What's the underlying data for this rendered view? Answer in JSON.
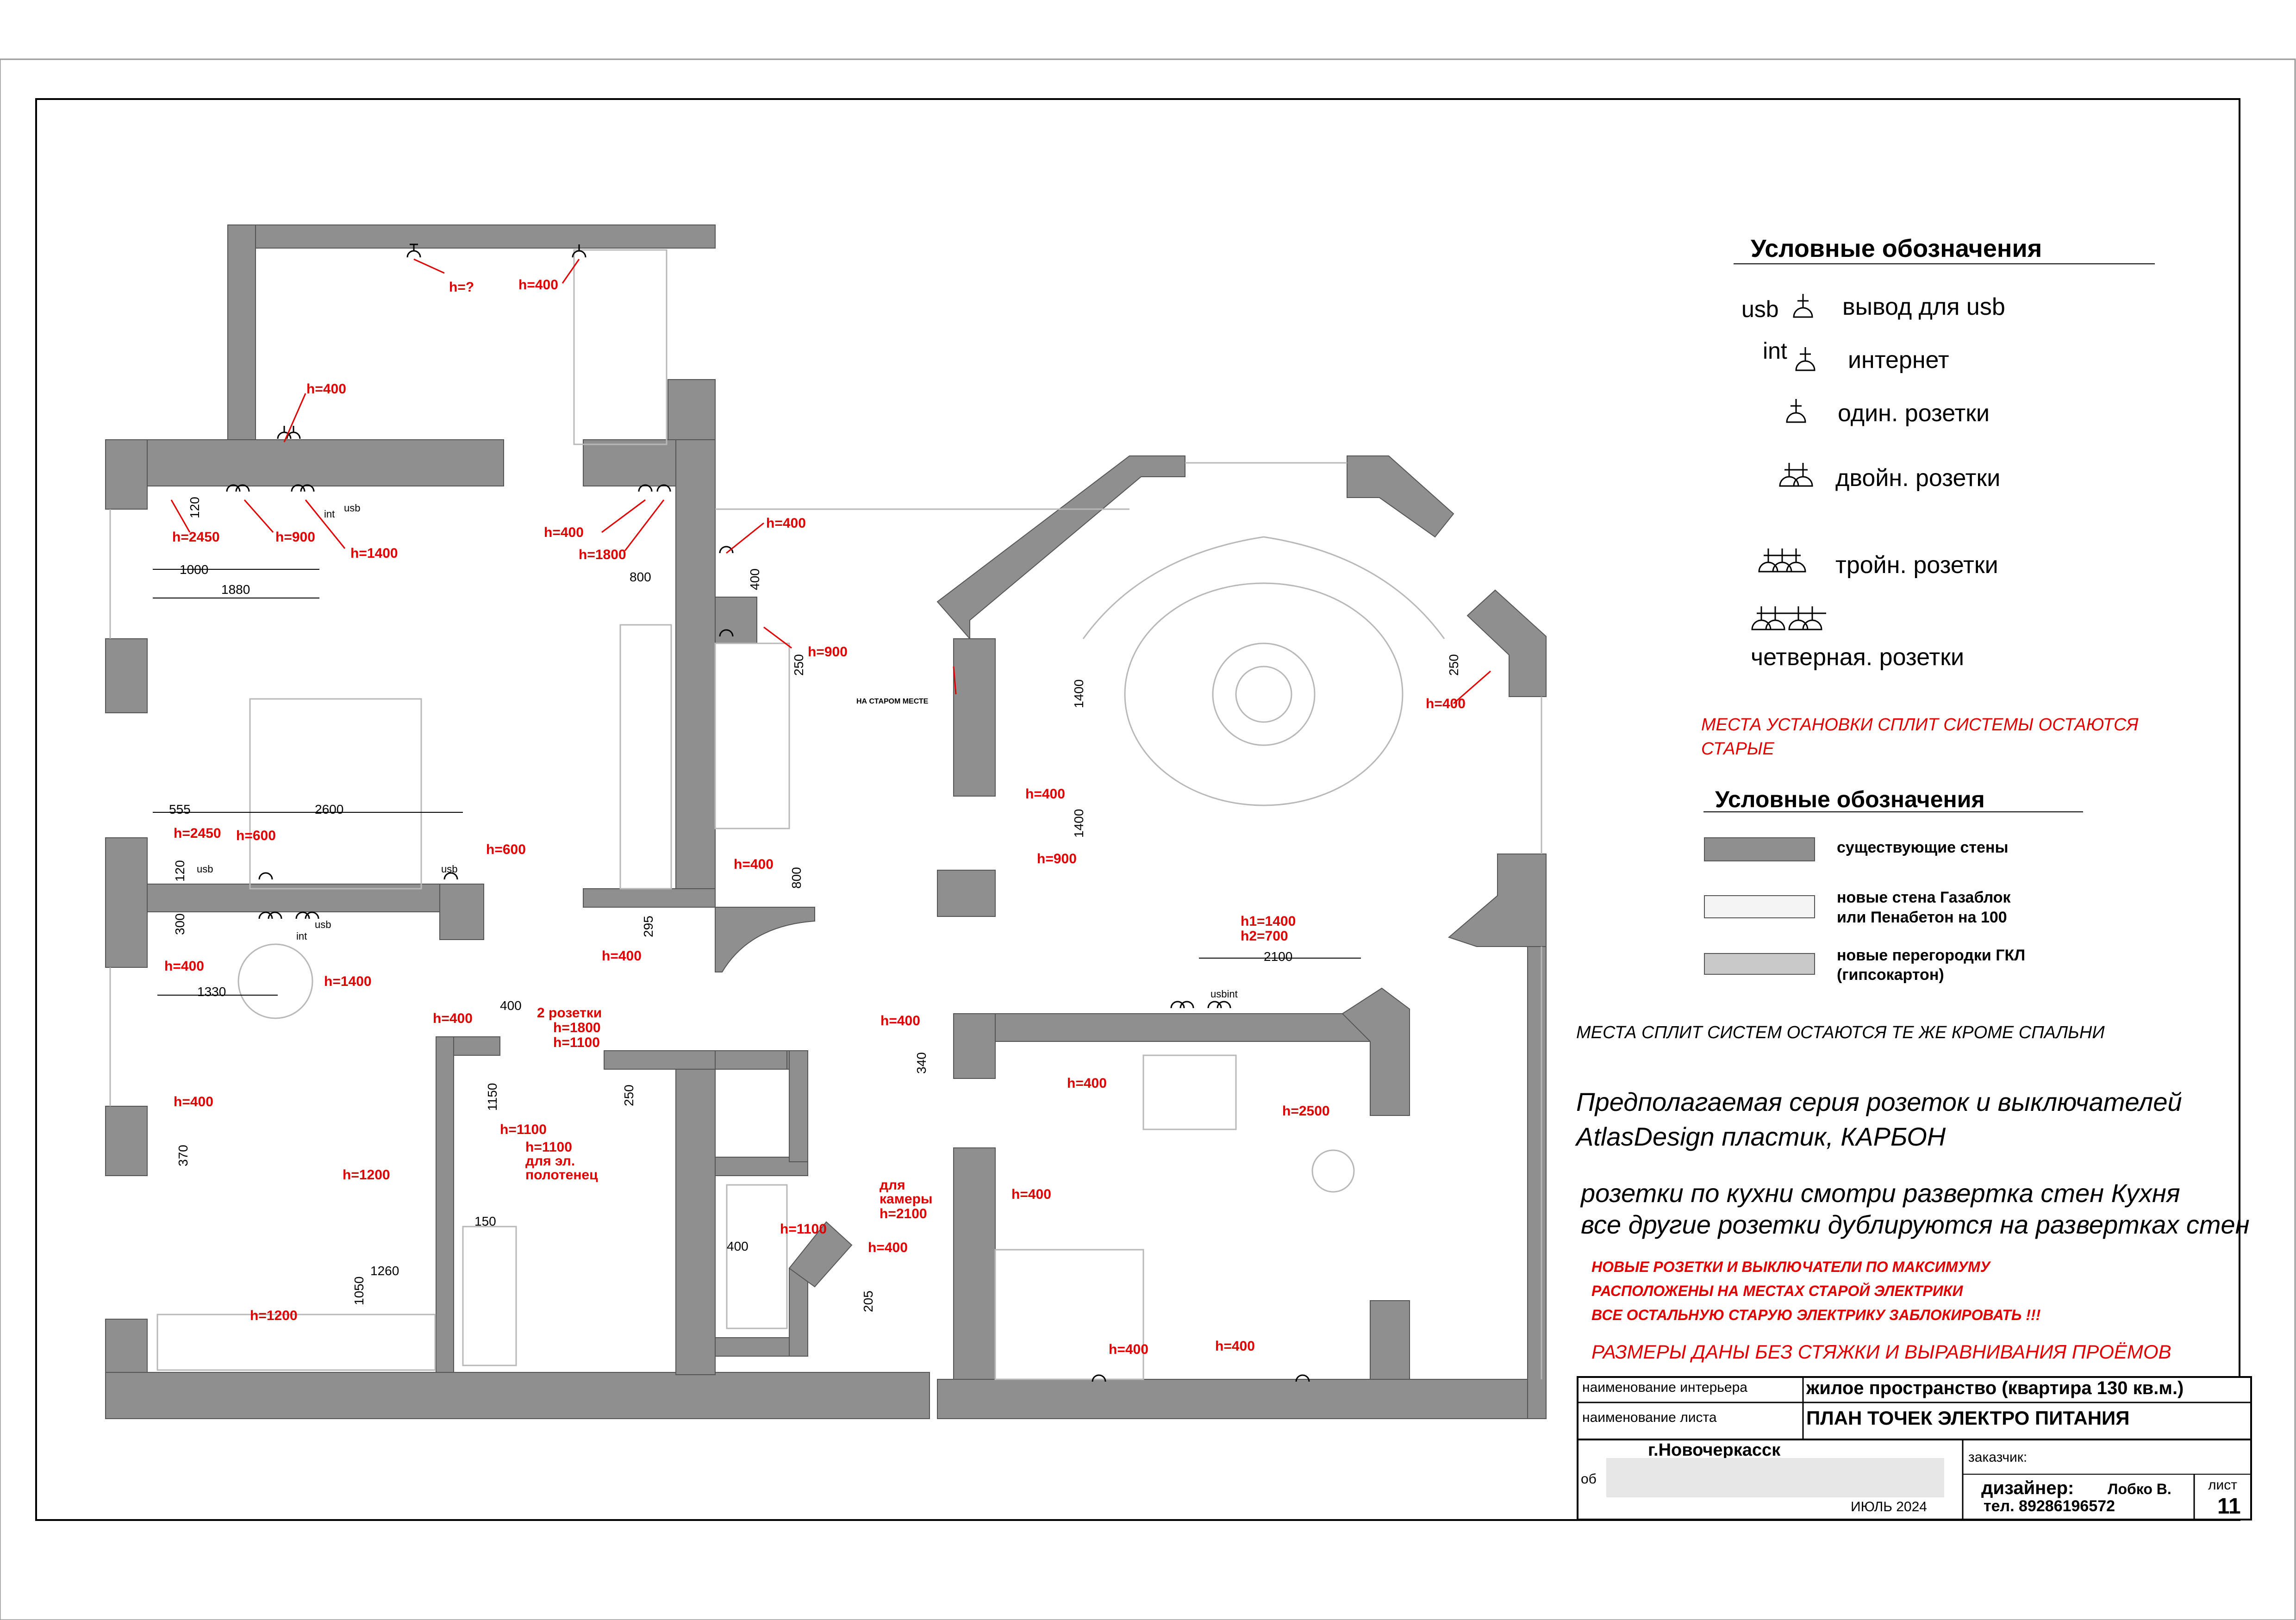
{
  "legend_symbols": {
    "title": "Условные обозначения",
    "items": [
      {
        "prefix": "usb",
        "label": "вывод для usb"
      },
      {
        "prefix": "int",
        "label": "интернет"
      },
      {
        "prefix": "",
        "label": "один. розетки"
      },
      {
        "prefix": "",
        "label": "двойн. розетки"
      },
      {
        "prefix": "",
        "label": "тройн. розетки"
      },
      {
        "prefix": "",
        "label": "четверная. розетки"
      }
    ],
    "split_note": "МЕСТА УСТАНОВКИ СПЛИТ СИСТЕМЫ ОСТАЮТСЯ СТАРЫЕ",
    "split_note_line1": "МЕСТА УСТАНОВКИ СПЛИТ СИСТЕМЫ ОСТАЮТСЯ",
    "split_note_line2": "СТАРЫЕ"
  },
  "legend_walls": {
    "title": "Условные обозначения",
    "items": [
      {
        "label": "существующие стены"
      },
      {
        "label": "новые стена Газаблок",
        "label2": "или Пенабетон на 100"
      },
      {
        "label": "новые перегородки ГКЛ",
        "label2": "(гипсокартон)"
      }
    ]
  },
  "notes": {
    "split_all": "МЕСТА СПЛИТ СИСТЕМ ОСТАЮТСЯ ТЕ ЖЕ КРОМЕ СПАЛЬНИ",
    "series_line1": "Предполагаемая серия розеток и выключателей",
    "series_line2": "AtlasDesign пластик, КАРБОН",
    "kitchen_line1": "розетки по кухни смотри развертка стен Кухня",
    "kitchen_line2": "все другие розетки дублируются на развертках стен",
    "new_line1": "НОВЫЕ РОЗЕТКИ И ВЫКЛЮЧАТЕЛИ ПО МАКСИМУМУ",
    "new_line2": "РАСПОЛОЖЕНЫ НА МЕСТАХ СТАРОЙ ЭЛЕКТРИКИ",
    "new_line3": "ВСЕ ОСТАЛЬНУЮ СТАРУЮ ЭЛЕКТРИКУ ЗАБЛОКИРОВАТЬ !!!",
    "sizes": "РАЗМЕРЫ ДАНЫ  БЕЗ СТЯЖКИ И ВЫРАВНИВАНИЯ ПРОЁМОВ"
  },
  "title_block": {
    "interior_label": "наименование интерьера",
    "interior_value": "жилое пространство (квартира 130 кв.м.)",
    "sheet_label": "наименование листа",
    "sheet_value": "ПЛАН ТОЧЕК ЭЛЕКТРО ПИТАНИЯ",
    "city": "г.Новочеркасск",
    "object_prefix": "об",
    "customer_label": "заказчик:",
    "date": "ИЮЛЬ 2024",
    "designer_label": "дизайнер:",
    "designer_name": "Лобко В.",
    "phone": "тел. 89286196572",
    "sheet_no_label": "лист",
    "sheet_no": "11"
  },
  "plan_labels": {
    "h_unknown": "h=?",
    "h400": "h=400",
    "h600": "h=600",
    "h900": "h=900",
    "h1100": "h=1100",
    "h1200": "h=1200",
    "h1400": "h=1400",
    "h1800": "h=1800",
    "h2450": "h=2450",
    "h2500": "h=2500",
    "h1_1400": "h1=1400",
    "h2_700": "h2=700",
    "two_sockets": "2 розетки",
    "towel_l1": "h=1100",
    "towel_l2": "для эл.",
    "towel_l3": "полотенец",
    "camera_l1": "для",
    "camera_l2": "камеры",
    "camera_l3": "h=2100",
    "old_place": "НА СТАРОМ МЕСТЕ",
    "usb": "usb",
    "int": "int",
    "usbint": "usbint"
  },
  "dimensions": {
    "d120": "120",
    "d1000": "1000",
    "d1880": "1880",
    "d800": "800",
    "d400": "400",
    "d250": "250",
    "d1400": "1400",
    "d555": "555",
    "d2600": "2600",
    "d300": "300",
    "d1330": "1330",
    "d295": "295",
    "d2100": "2100",
    "d340": "340",
    "d1150": "1150",
    "d370": "370",
    "d150": "150",
    "d1260": "1260",
    "d1050": "1050",
    "d205": "205"
  }
}
